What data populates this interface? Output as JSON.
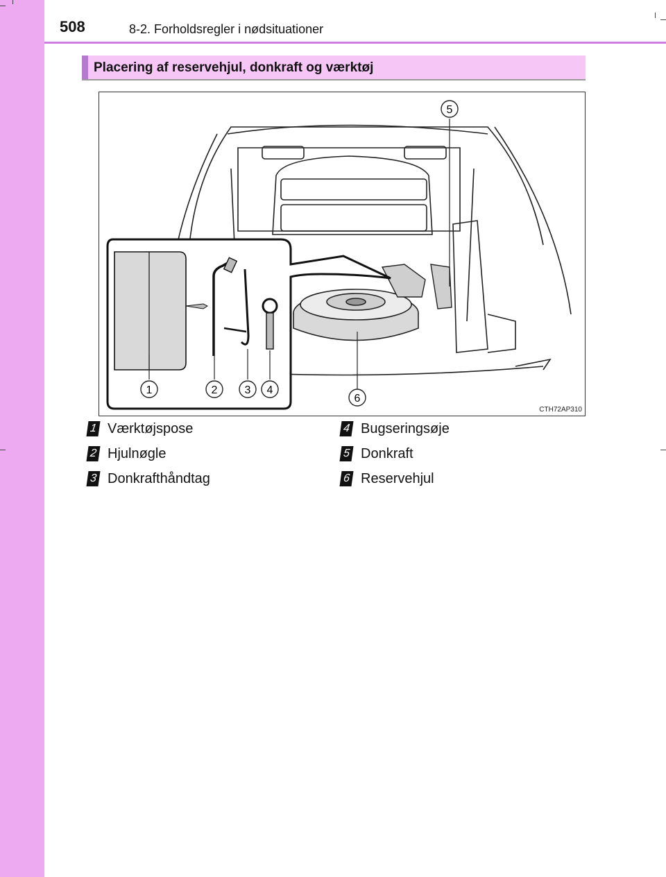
{
  "header": {
    "page_number": "508",
    "section": "8-2. Forholdsregler i nødsituationer"
  },
  "heading": "Placering af reservehjul, donkraft og værktøj",
  "figure": {
    "code": "CTH72AP310",
    "callouts": [
      "1",
      "2",
      "3",
      "4",
      "5",
      "6"
    ]
  },
  "legend": [
    {
      "num": "1",
      "label": "Værktøjspose"
    },
    {
      "num": "2",
      "label": "Hjulnøgle"
    },
    {
      "num": "3",
      "label": "Donkrafthåndtag"
    },
    {
      "num": "4",
      "label": "Bugseringsøje"
    },
    {
      "num": "5",
      "label": "Donkraft"
    },
    {
      "num": "6",
      "label": "Reservehjul"
    }
  ],
  "colors": {
    "sidebar": "#eeaaf0",
    "heading_bg": "#f6c6f7",
    "accent": "#b57ad0"
  }
}
